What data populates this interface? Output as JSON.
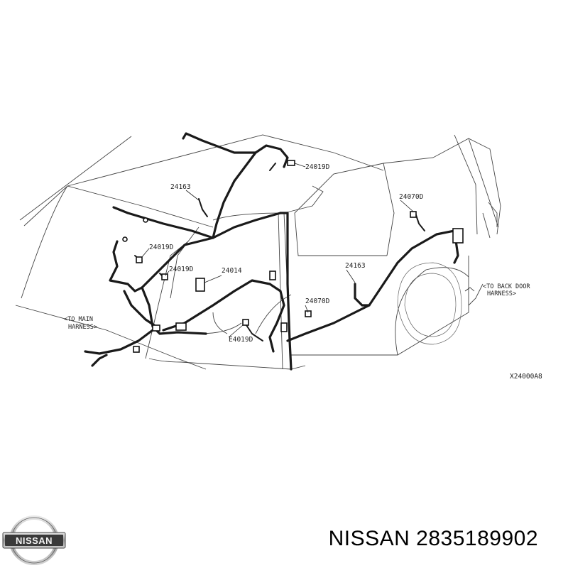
{
  "diagram": {
    "labels": {
      "c1": "24019D",
      "c2": "24163",
      "c3": "24019D",
      "c4": "24019D",
      "c5": "24014",
      "c6": "24070D",
      "c7": "24163",
      "c8": "24070D",
      "c9": "E4019D"
    },
    "to_main_line1": "<TO MAIN",
    "to_main_line2": "HARNESS>",
    "to_back_line1": "<TO BACK DOOR",
    "to_back_line2": "HARNESS>",
    "drawing_code": "X24000A8"
  },
  "logo": {
    "text": "NISSAN"
  },
  "caption": "NISSAN 2835189902"
}
